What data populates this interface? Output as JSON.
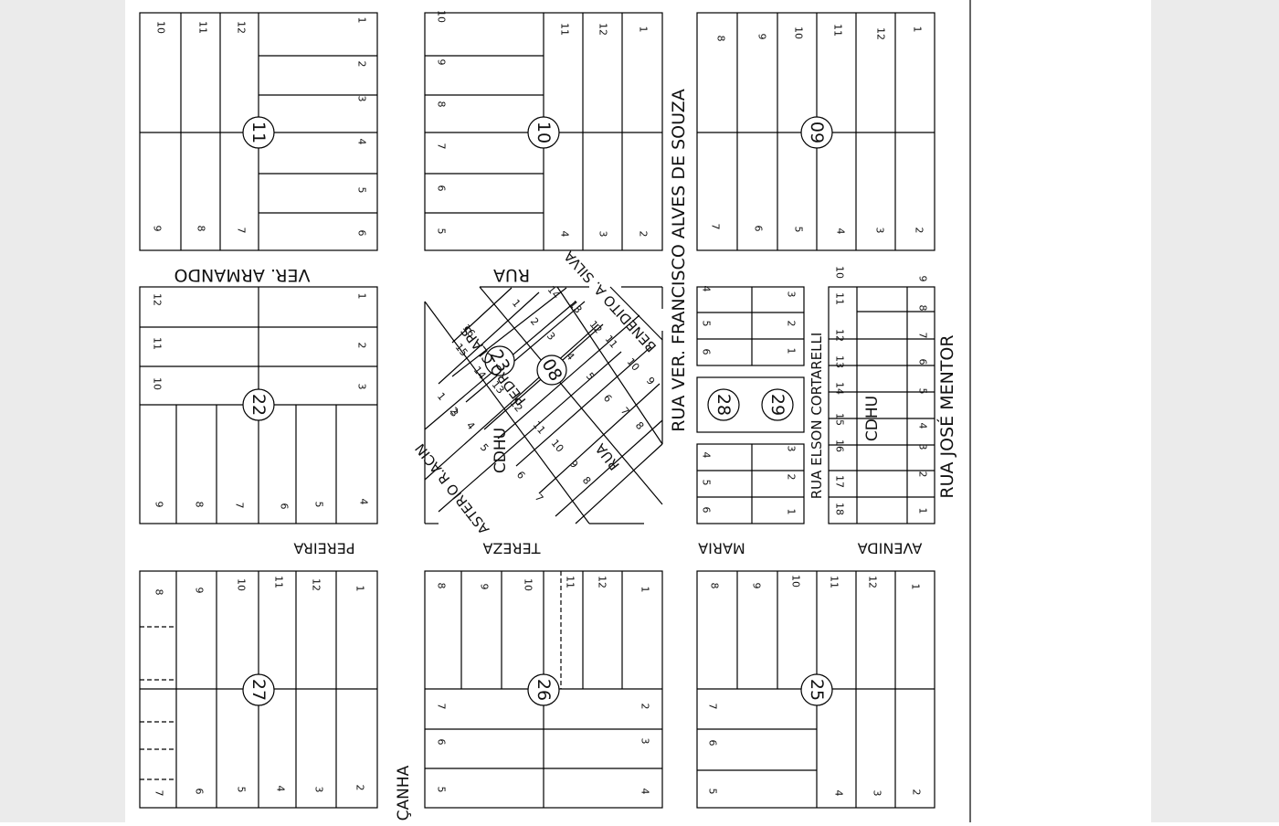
{
  "map": {
    "blocks": {
      "b11": "11",
      "b10": "10",
      "b09": "09",
      "b22": "22",
      "b23": "23",
      "b08": "08",
      "b28": "28",
      "b29": "29",
      "b27": "27",
      "b26": "26",
      "b25": "25"
    },
    "streets": {
      "ver_armando": "VER.      ARMANDO",
      "rua_top": "RUA",
      "benedito": "BENEDITO  A.  SILVA",
      "pedro_claps": "PEDRO      CLAPS",
      "rua_diag": "RUA",
      "asterio": "ASTERIO R.ACIN",
      "francisco": "RUA  VER.  FRANCISCO  ALVES  DE  SOUZA",
      "elson": "RUA  ELSON  CORTARELLI",
      "jose_mentor": "RUA  JOSÉ  MENTOR",
      "pereira": "PEREIRA",
      "tereza": "TEREZA",
      "maria": "MARIA",
      "avenida": "AVENIDA",
      "canha": "ÇANHA"
    },
    "labels": {
      "cdhu_a": "CDHU",
      "cdhu_b": "CDHU"
    },
    "lots": {
      "b11": [
        "10",
        "11",
        "12",
        "1",
        "2",
        "3",
        "4",
        "5",
        "6",
        "7",
        "8",
        "9"
      ],
      "b10": [
        "10",
        "9",
        "8",
        "7",
        "6",
        "5",
        "11",
        "12",
        "1",
        "2",
        "3",
        "4"
      ],
      "b09": [
        "8",
        "9",
        "10",
        "11",
        "12",
        "1",
        "7",
        "6",
        "5",
        "4",
        "3",
        "2"
      ],
      "b22": [
        "12",
        "11",
        "10",
        "1",
        "2",
        "3",
        "9",
        "8",
        "7",
        "6",
        "5",
        "4"
      ],
      "b23": [
        "16",
        "15",
        "14",
        "13",
        "12",
        "11",
        "10",
        "9",
        "8",
        "7",
        "6",
        "5",
        "4",
        "3",
        "2",
        "1"
      ],
      "b08": [
        "14",
        "13",
        "12",
        "11",
        "10",
        "9",
        "8",
        "7",
        "6",
        "5",
        "4",
        "3",
        "2",
        "1"
      ],
      "b_small_top": [
        "4",
        "5",
        "6",
        "3",
        "2",
        "1"
      ],
      "b_small_bot": [
        "4",
        "5",
        "6",
        "3",
        "2",
        "1"
      ],
      "b_cdhu_left": [
        "10",
        "11",
        "12",
        "13",
        "14",
        "15",
        "16",
        "17",
        "18"
      ],
      "b_cdhu_right": [
        "9",
        "8",
        "7",
        "6",
        "5",
        "4",
        "3",
        "2",
        "1"
      ],
      "b27": [
        "8",
        "9",
        "10",
        "11",
        "12",
        "1",
        "7",
        "6",
        "5",
        "4",
        "3",
        "2"
      ],
      "b26": [
        "8",
        "9",
        "10",
        "11",
        "12",
        "1",
        "7",
        "6",
        "5",
        "2",
        "3",
        "4"
      ],
      "b25": [
        "8",
        "9",
        "10",
        "11",
        "12",
        "1",
        "7",
        "6",
        "5",
        "4",
        "3",
        "2"
      ]
    }
  }
}
